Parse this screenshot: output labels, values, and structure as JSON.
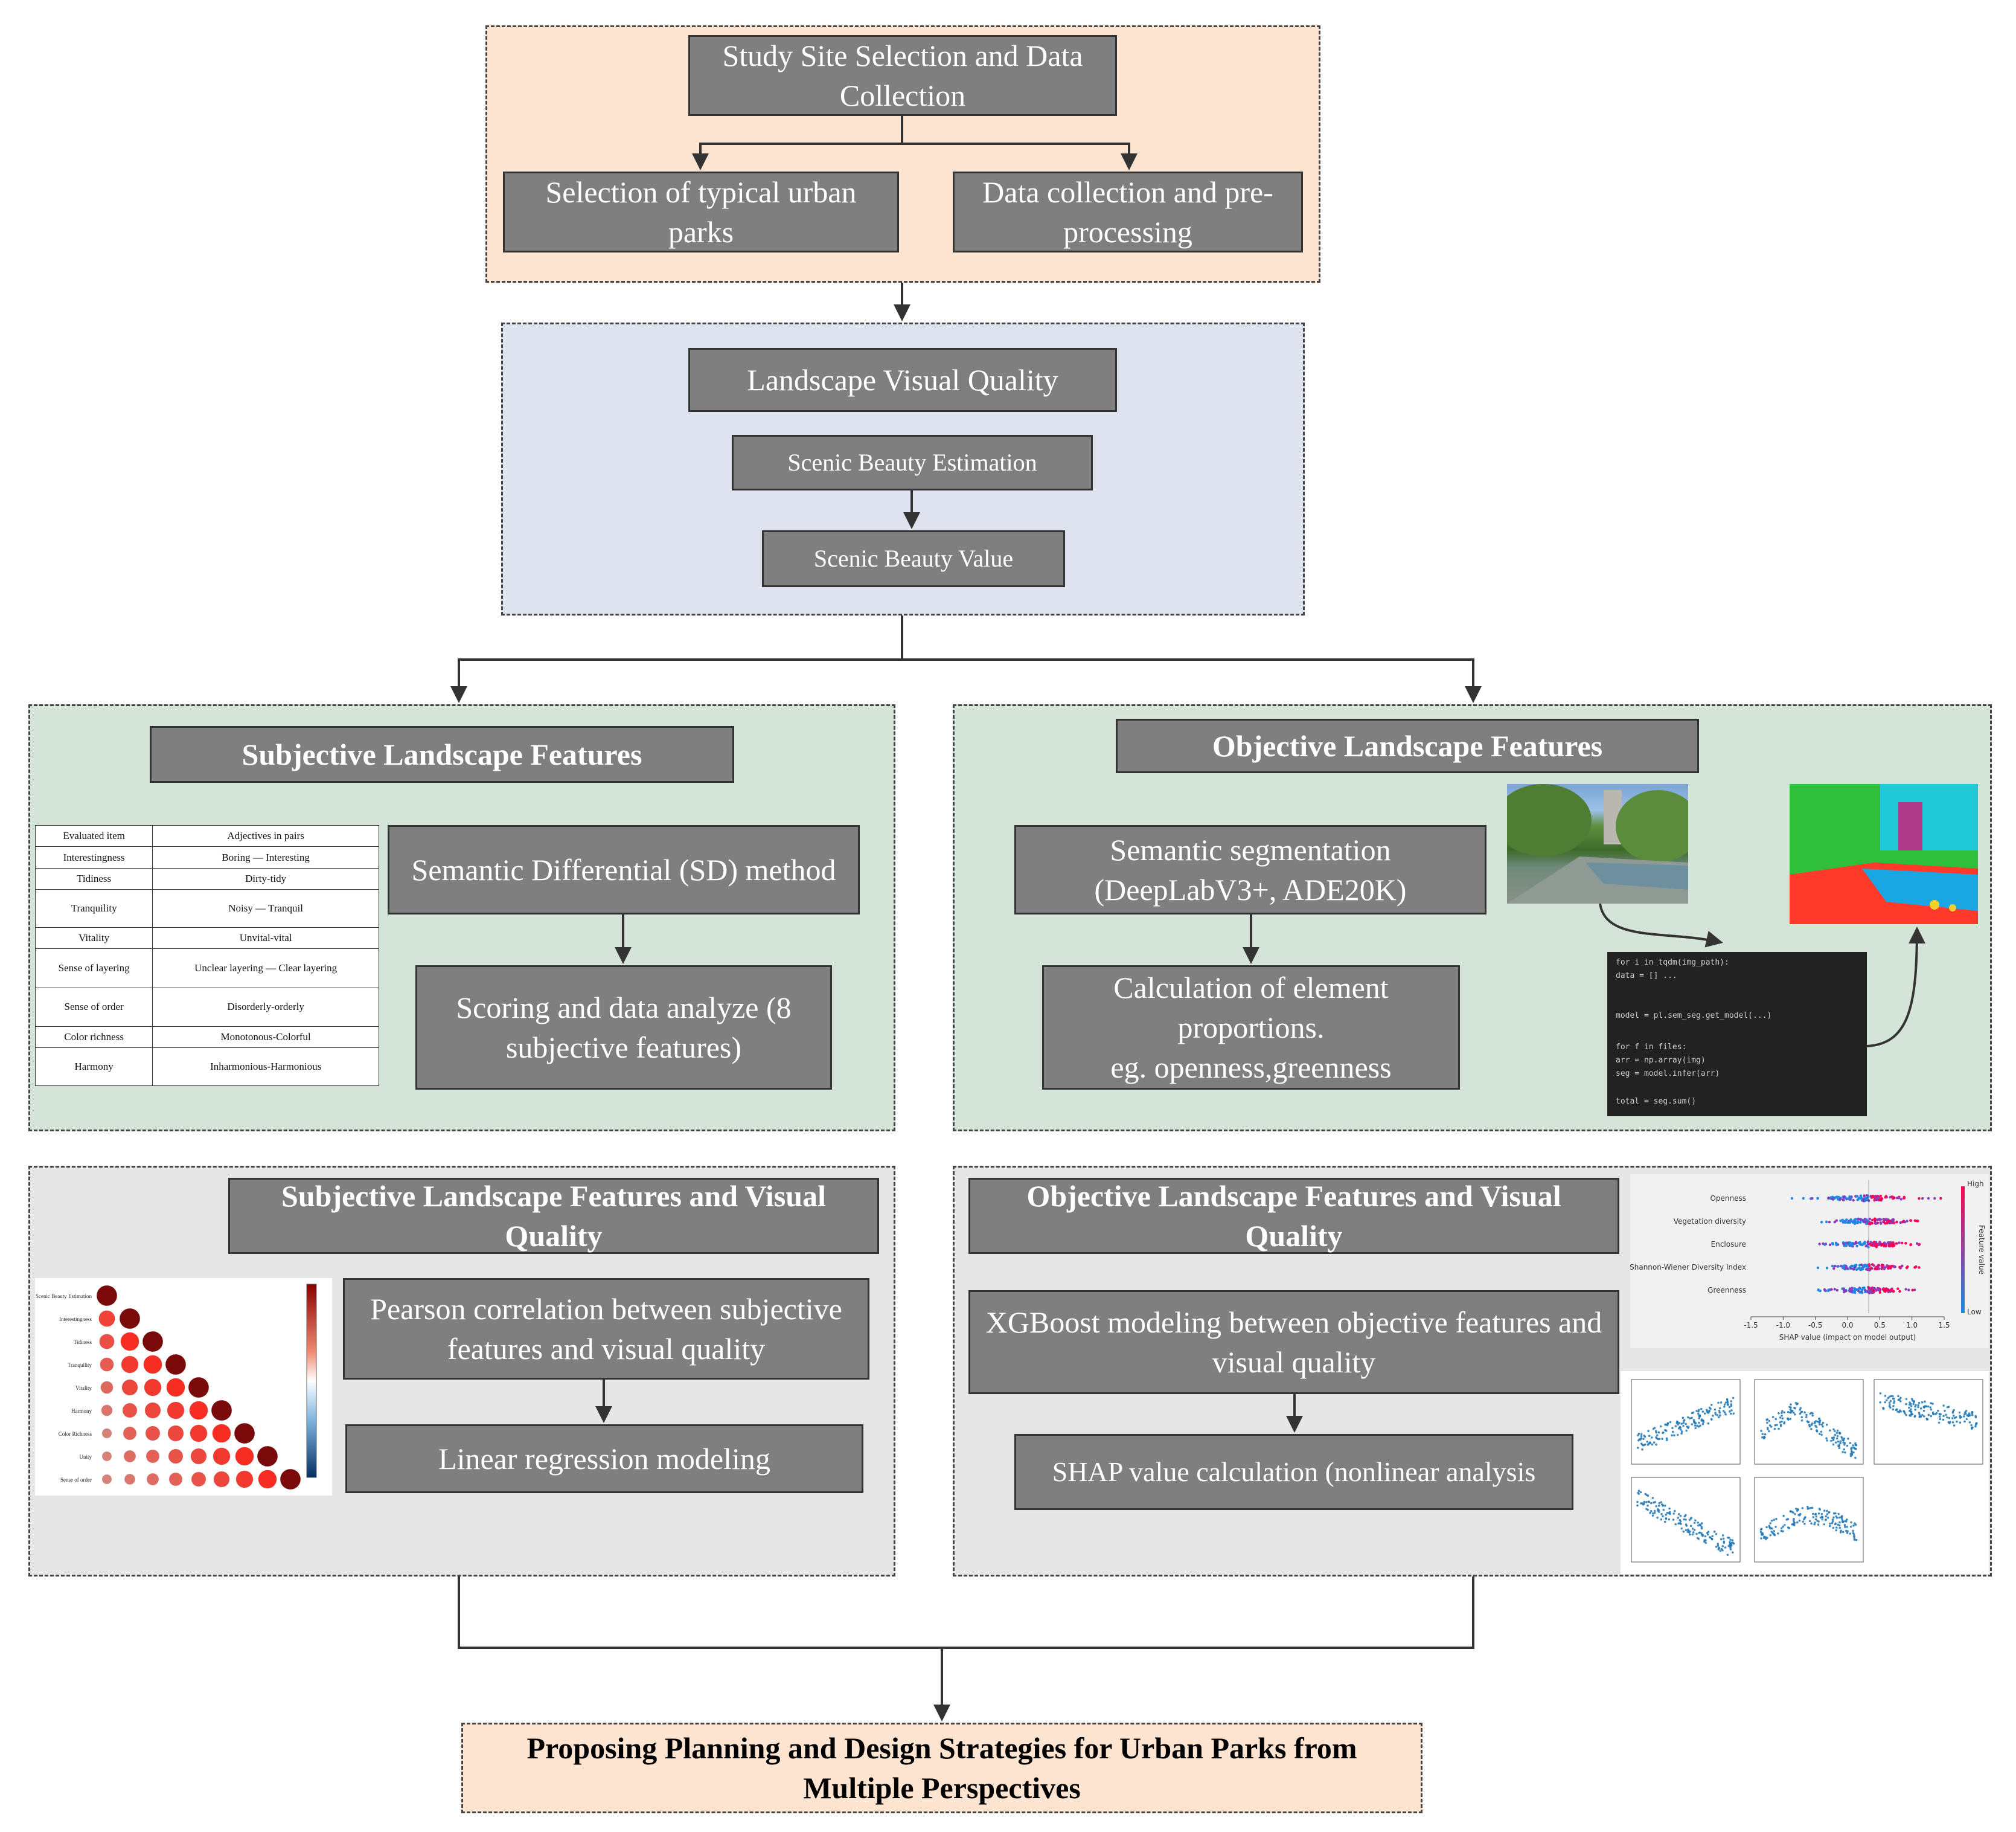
{
  "nodes": {
    "study_site": "Study Site Selection and Data Collection",
    "typical_parks": "Selection of typical urban parks",
    "data_collection": "Data collection and pre-processing",
    "lvq": "Landscape Visual Quality",
    "sbe": "Scenic Beauty Estimation",
    "sbv": "Scenic Beauty Value",
    "subj_title": "Subjective Landscape Features",
    "sd_method": "Semantic Differential (SD) method",
    "scoring": "Scoring and data analyze (8 subjective features)",
    "obj_title": "Objective Landscape Features",
    "semseg": "Semantic segmentation (DeepLabV3+, ADE20K)",
    "calc_elem_1": "Calculation of element proportions.",
    "calc_elem_2": "eg. openness,greenness",
    "subj_vq_title": "Subjective Landscape Features and Visual Quality",
    "pearson": "Pearson correlation between subjective features and visual quality",
    "linreg": "Linear regression modeling",
    "obj_vq_title": "Objective Landscape Features and Visual Quality",
    "xgb": "XGBoost modeling between objective features and visual quality",
    "shap": "SHAP value calculation (nonlinear analysis",
    "final": "Proposing Planning and Design Strategies for Urban Parks from Multiple Perspectives"
  },
  "sd_table": {
    "header": [
      "Evaluated item",
      "Adjectives in pairs"
    ],
    "rows": [
      [
        "Interestingness",
        "Boring — Interesting"
      ],
      [
        "Tidiness",
        "Dirty-tidy"
      ],
      [
        "Tranquility",
        "Noisy — Tranquil"
      ],
      [
        "Vitality",
        "Unvital-vital"
      ],
      [
        "Sense of layering",
        "Unclear layering — Clear layering"
      ],
      [
        "Sense of order",
        "Disorderly-orderly"
      ],
      [
        "Color richness",
        "Monotonous-Colorful"
      ],
      [
        "Harmony",
        "Inharmonious-Harmonious"
      ]
    ]
  },
  "corr_labels": [
    "Scenic Beauty Estimation",
    "Interestingness",
    "Tidiness",
    "Tranquility",
    "Vitality",
    "Harmony",
    "Color Richness",
    "Unity",
    "Sense of order"
  ],
  "shap_plot": {
    "features": [
      "Openness",
      "Vegetation diversity",
      "Enclosure",
      "Shannon-Wiener Diversity Index",
      "Greenness"
    ],
    "xlabel": "SHAP value (impact on model output)",
    "ticks": [
      "-1.5",
      "-1.0",
      "-0.5",
      "0.0",
      "0.5",
      "1.0",
      "1.5"
    ],
    "high": "High",
    "low": "Low",
    "colorbar_label": "Feature value"
  },
  "colors": {
    "top_panel": "#fde4d0",
    "lvq_panel": "#dfe3f0",
    "feature_panels": "#d5e4d8",
    "analysis_panels": "#e6e6e6",
    "box": "#7f7f7f"
  }
}
